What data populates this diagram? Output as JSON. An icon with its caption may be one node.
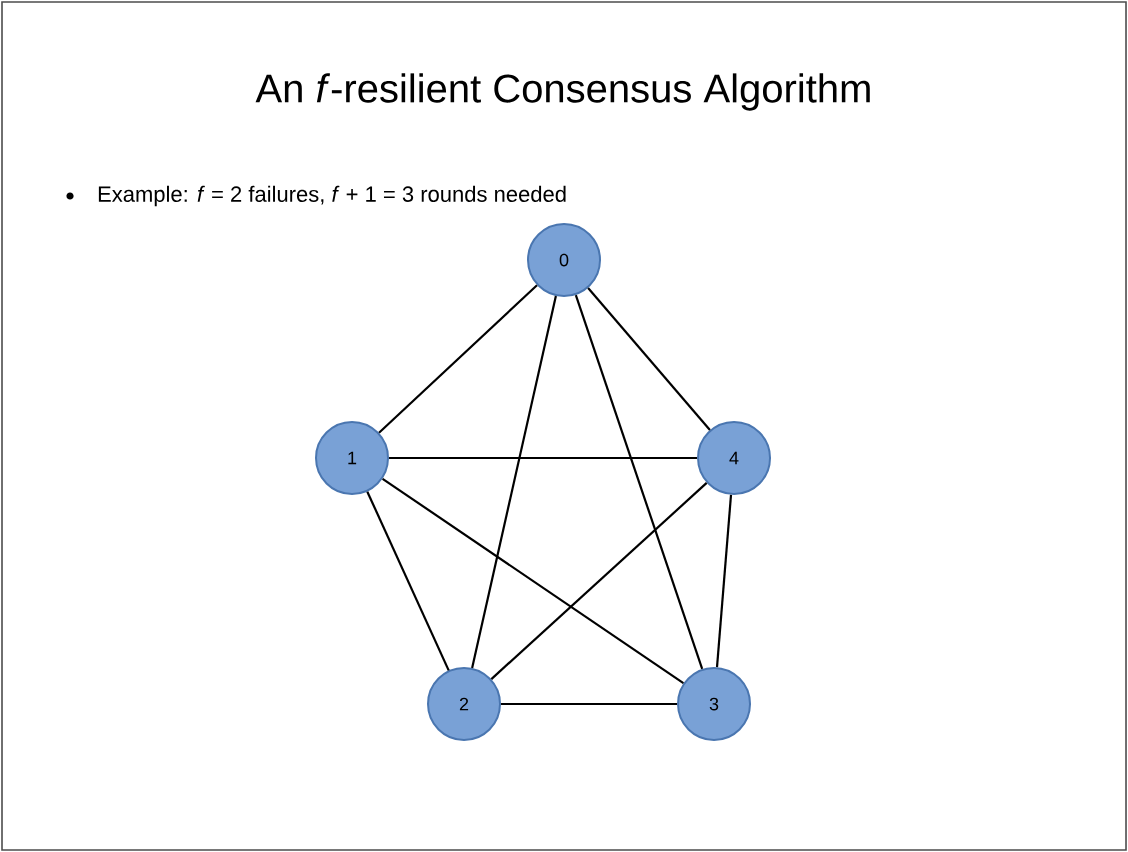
{
  "diagram": {
    "title": "An *f*-resilient Consensus Algorithm",
    "nodes": [
      {
        "text": [
          "0"
        ]
      },
      {
        "text": [
          "1"
        ]
      },
      {
        "text": [
          "4"
        ]
      },
      {
        "text": [
          "2"
        ]
      },
      {
        "text": [
          "3"
        ]
      }
    ],
    "edges": [
      {
        "from": 0,
        "to": 1,
        "arrow": "none"
      },
      {
        "from": 0,
        "to": 2,
        "arrow": "none"
      },
      {
        "from": 0,
        "to": 3,
        "arrow": "none"
      },
      {
        "from": 0,
        "to": 4,
        "arrow": "none"
      },
      {
        "from": 1,
        "to": 2,
        "arrow": "none"
      },
      {
        "from": 1,
        "to": 3,
        "arrow": "none"
      },
      {
        "from": 1,
        "to": 4,
        "arrow": "none"
      },
      {
        "from": 2,
        "to": 3,
        "arrow": "none"
      },
      {
        "from": 2,
        "to": 4,
        "arrow": "none"
      },
      {
        "from": 3,
        "to": 4,
        "arrow": "none"
      }
    ],
    "labels": [
      "Example: *f* = 2 failures, *f* + 1 = 3 rounds needed"
    ]
  }
}
